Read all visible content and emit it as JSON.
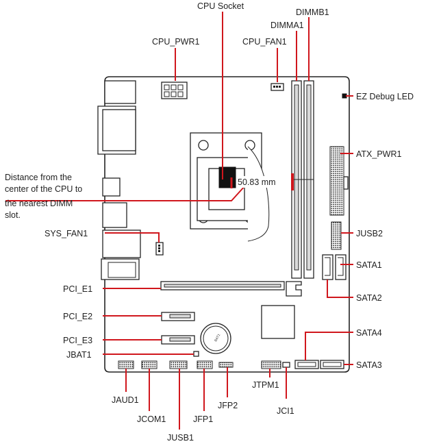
{
  "labels": {
    "cpu_socket": "CPU Socket",
    "dimmb1": "DIMMB1",
    "dimma1": "DIMMA1",
    "cpu_pwr1": "CPU_PWR1",
    "cpu_fan1": "CPU_FAN1",
    "ez_debug_led": "EZ Debug LED",
    "atx_pwr1": "ATX_PWR1",
    "distance_note": [
      "Distance from the",
      "center of the CPU to",
      "the nearest DIMM",
      "slot."
    ],
    "distance_value": "50.83 mm",
    "sys_fan1": "SYS_FAN1",
    "jusb2": "JUSB2",
    "sata1": "SATA1",
    "pci_e1": "PCI_E1",
    "sata2": "SATA2",
    "pci_e2": "PCI_E2",
    "sata4": "SATA4",
    "pci_e3": "PCI_E3",
    "jbat1": "JBAT1",
    "sata3": "SATA3",
    "jaud1": "JAUD1",
    "jcom1": "JCOM1",
    "jfp1": "JFP1",
    "jfp2": "JFP2",
    "jtpm1": "JTPM1",
    "jci1": "JCI1",
    "jusb1": "JUSB1",
    "battery_text": "BAT1"
  },
  "colors": {
    "leader_line": "#d0161c",
    "outline": "#222222"
  }
}
